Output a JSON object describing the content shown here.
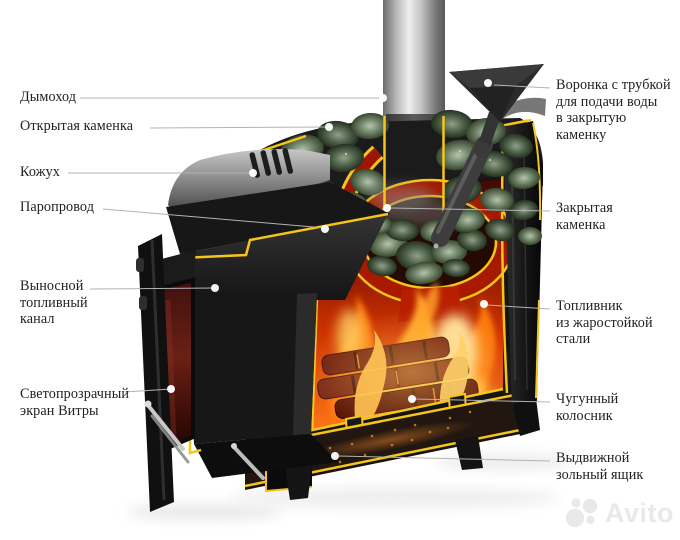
{
  "diagram": {
    "subject": "Cutaway diagram of a wood-burning sauna stove with labeled parts",
    "labels": {
      "left": [
        {
          "text": "Дымоход"
        },
        {
          "text": "Открытая каменка"
        },
        {
          "text": "Кожух"
        },
        {
          "text": "Паропровод"
        },
        {
          "text": "Выносной\nтопливный\nканал"
        },
        {
          "text": "Светопрозрачный\nэкран Витры"
        }
      ],
      "right": [
        {
          "text": "Воронка с трубкой\nдля подачи воды\nв закрытую\nкаменку"
        },
        {
          "text": "Закрытая\nкаменка"
        },
        {
          "text": "Топливник\nиз жаростойкой\nстали"
        },
        {
          "text": "Чугунный\nколосник"
        },
        {
          "text": "Выдвижной\nзольный ящик"
        }
      ]
    },
    "colors": {
      "cut_edge_yellow": "#f6c51b",
      "body_black": "#161616",
      "fire_orange": "#ff7d12",
      "stone_green": "#5d715a",
      "glass_maroon": "#6b2014",
      "leader_line": "#b3b3b3",
      "watermark_gray": "#e9e9e9"
    }
  },
  "watermark": {
    "text": "Avito"
  }
}
